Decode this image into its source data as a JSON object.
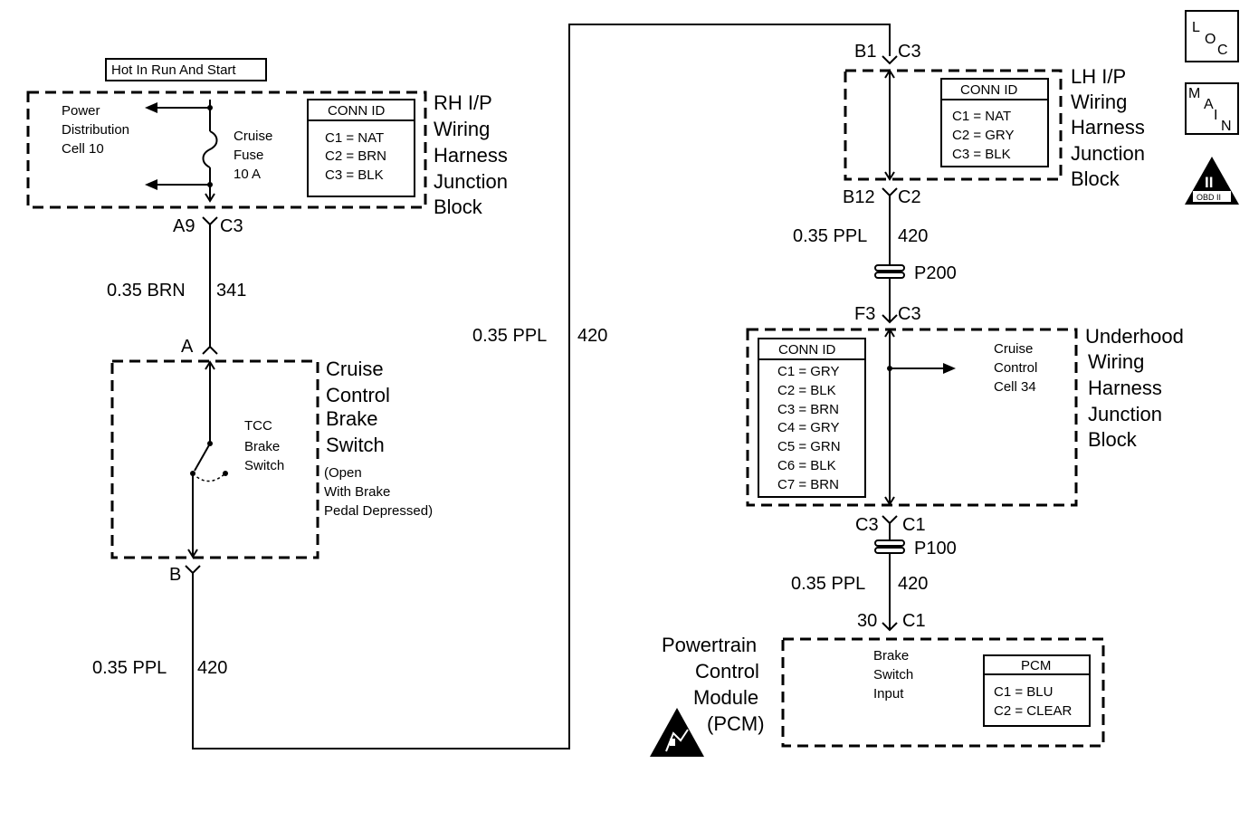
{
  "hot_label": "Hot In Run And Start",
  "rh_block": {
    "title": [
      "RH I/P",
      "Wiring",
      "Harness",
      "Junction",
      "Block"
    ],
    "power_dist": [
      "Power",
      "Distribution",
      "Cell 10"
    ],
    "fuse": [
      "Cruise",
      "Fuse",
      "10 A"
    ],
    "conn_title": "CONN ID",
    "conn": [
      "C1 = NAT",
      "C2 = BRN",
      "C3 = BLK"
    ],
    "pin": "A9",
    "connector": "C3"
  },
  "wire_341": {
    "gauge": "0.35 BRN",
    "circuit": "341"
  },
  "cruise_switch": {
    "pin_a": "A",
    "pin_b": "B",
    "title": [
      "Cruise",
      "Control",
      "Brake",
      "Switch"
    ],
    "note": [
      "(Open",
      "With Brake",
      "Pedal Depressed)"
    ],
    "tcc": [
      "TCC",
      "Brake",
      "Switch"
    ]
  },
  "wire_420_left": {
    "gauge": "0.35 PPL",
    "circuit": "420"
  },
  "wire_420_mid": {
    "gauge": "0.35 PPL",
    "circuit": "420"
  },
  "lh_block": {
    "pin_top": "B1",
    "conn_top": "C3",
    "pin_bottom": "B12",
    "conn_bottom": "C2",
    "title": [
      "LH I/P",
      "Wiring",
      "Harness",
      "Junction",
      "Block"
    ],
    "conn_title": "CONN ID",
    "conn": [
      "C1 = NAT",
      "C2 = GRY",
      "C3 = BLK"
    ]
  },
  "wire_420_right1": {
    "gauge": "0.35 PPL",
    "circuit": "420"
  },
  "p200": "P200",
  "underhood": {
    "pin_top": "F3",
    "conn_top": "C3",
    "pin_bottom": "C3",
    "conn_bottom": "C1",
    "title": [
      "Underhood",
      "Wiring",
      "Harness",
      "Junction",
      "Block"
    ],
    "conn_title": "CONN ID",
    "conn": [
      "C1 = GRY",
      "C2 = BLK",
      "C3 = BRN",
      "C4 = GRY",
      "C5 = GRN",
      "C6 = BLK",
      "C7 = BRN"
    ],
    "cruise_cell": [
      "Cruise",
      "Control",
      "Cell 34"
    ]
  },
  "p100": "P100",
  "wire_420_right2": {
    "gauge": "0.35 PPL",
    "circuit": "420"
  },
  "pcm": {
    "pin": "30",
    "connector": "C1",
    "title": [
      "Powertrain",
      "Control",
      "Module",
      "(PCM)"
    ],
    "input": [
      "Brake",
      "Switch",
      "Input"
    ],
    "conn_title": "PCM",
    "conn": [
      "C1 = BLU",
      "C2 = CLEAR"
    ]
  },
  "icons": {
    "loc": [
      "L",
      "O",
      "C"
    ],
    "main": [
      "M",
      "A",
      "I",
      "N"
    ],
    "obd_numeral": "II",
    "obd_label": "OBD II"
  }
}
